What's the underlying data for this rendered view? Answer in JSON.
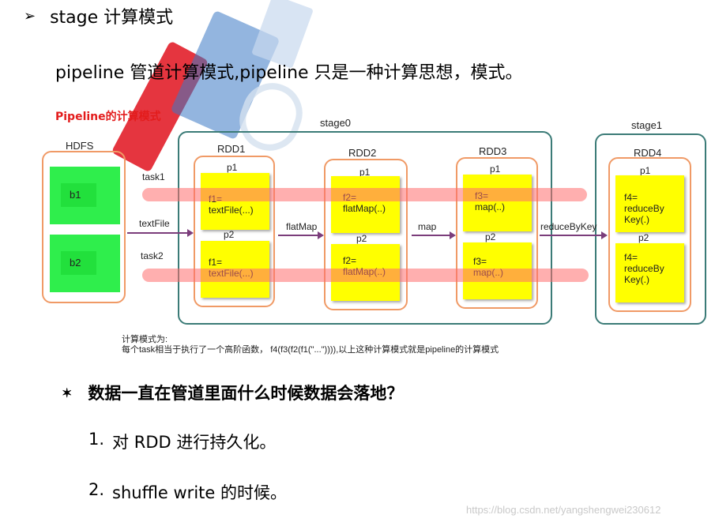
{
  "heading": {
    "bullet": "➢",
    "text": "stage 计算模式"
  },
  "intro": "pipeline 管道计算模式,pipeline 只是一种计算思想，模式。",
  "figure": {
    "title": "Pipeline的计算模式",
    "stage0_label": "stage0",
    "stage1_label": "stage1",
    "hdfs": {
      "label": "HDFS",
      "blocks": [
        "b1",
        "b2"
      ]
    },
    "tasks": [
      "task1",
      "task2"
    ],
    "edges": {
      "textFile": "textFile",
      "flatMap": "flatMap",
      "map": "map",
      "reduceByKey": "reduceByKey"
    },
    "rdds": [
      {
        "name": "RDD1",
        "partitions": [
          {
            "label": "p1",
            "code": "f1=\ntextFile(...)"
          },
          {
            "label": "p2",
            "code": "f1=\ntextFile(...)"
          }
        ]
      },
      {
        "name": "RDD2",
        "partitions": [
          {
            "label": "p1",
            "code": "f2=\nflatMap(..)"
          },
          {
            "label": "p2",
            "code": "f2=\nflatMap(..)"
          }
        ]
      },
      {
        "name": "RDD3",
        "partitions": [
          {
            "label": "p1",
            "code": "f3=\nmap(..)"
          },
          {
            "label": "p2",
            "code": "f3=\nmap(..)"
          }
        ]
      },
      {
        "name": "RDD4",
        "partitions": [
          {
            "label": "p1",
            "code": "f4=\nreduceBy\nKey(.)"
          },
          {
            "label": "p2",
            "code": "f4=\nreduceBy\nKey(.)"
          }
        ]
      }
    ],
    "caption_line1": "计算模式为:",
    "caption_line2": "每个task相当于执行了一个高阶函数，  f4(f3(f2(f1(\"...\")))),以上这种计算模式就是pipeline的计算模式"
  },
  "question": {
    "bullet": "✶",
    "text": "数据一直在管道里面什么时候数据会落地？"
  },
  "answers": [
    {
      "num": "1.",
      "text": "对 RDD 进行持久化。"
    },
    {
      "num": "2.",
      "text": "shuffle write 的时候。"
    }
  ],
  "watermark_url": "https://blog.csdn.net/yangshengwei230612"
}
